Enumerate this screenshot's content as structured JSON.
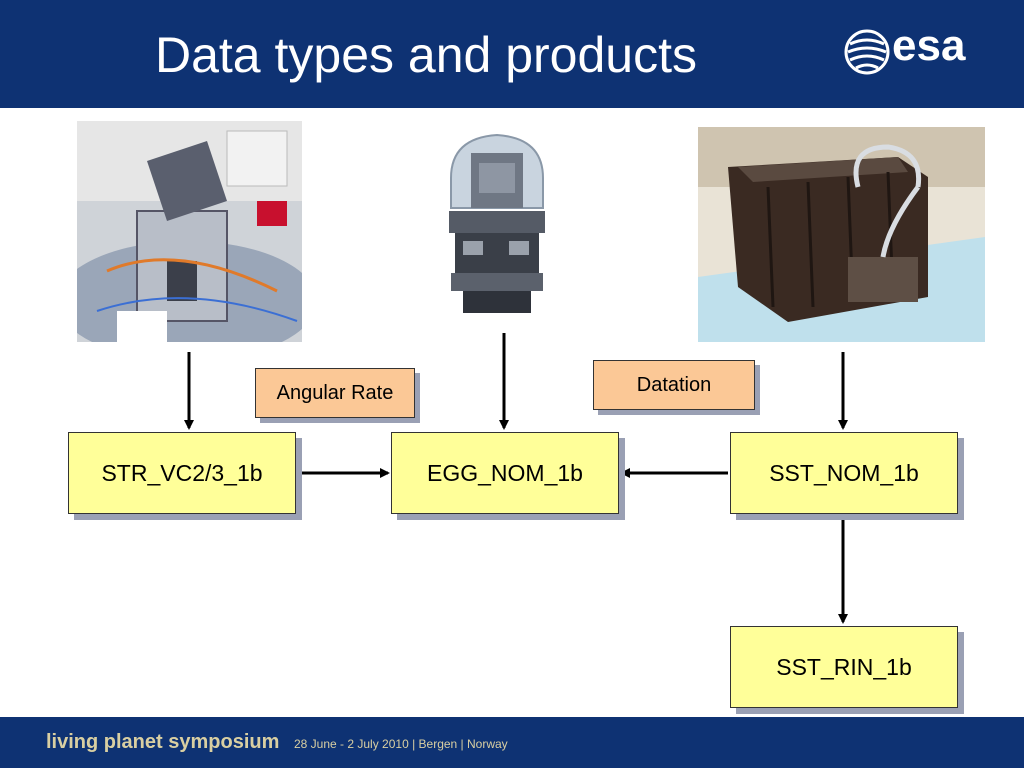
{
  "slide": {
    "title": "Data types and products",
    "logo_text": "esa"
  },
  "footer": {
    "event_name": "living planet symposium",
    "dates_location": "28 June - 2 July 2010 | Bergen | Norway"
  },
  "diagram": {
    "nodes": {
      "str": "STR_VC2/3_1b",
      "egg": "EGG_NOM_1b",
      "sst_nom": "SST_NOM_1b",
      "sst_rin": "SST_RIN_1b"
    },
    "edge_labels": {
      "angular_rate": "Angular Rate",
      "datation": "Datation"
    }
  },
  "colors": {
    "header_bg": "#0e3273",
    "node_fill": "#ffff99",
    "label_fill": "#fbc896"
  }
}
